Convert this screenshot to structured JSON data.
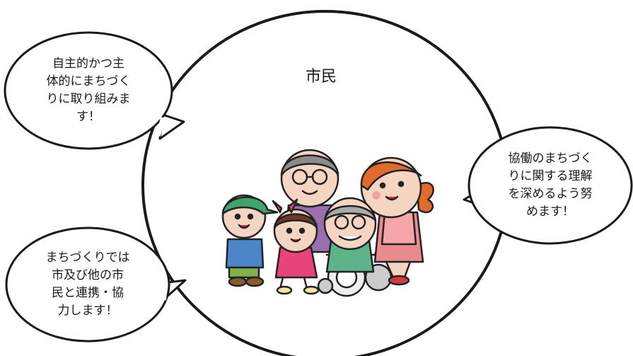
{
  "circle": {
    "label": "市民"
  },
  "bubbles": {
    "top_left": {
      "lines": [
        "自主的かつ主",
        "体的にまちづく",
        "りに取り組みま",
        "す！"
      ]
    },
    "right": {
      "lines": [
        "協働のまちづく",
        "りに関する理解",
        "を深めるよう努",
        "めます！"
      ]
    },
    "bottom_left": {
      "lines": [
        "まちづくりでは",
        "市及び他の市",
        "民と連携・協",
        "力します！"
      ]
    }
  },
  "illustration": {
    "icon": "family-group-illustration"
  },
  "colors": {
    "outline": "#1a1a1a",
    "fill": "#ffffff"
  }
}
